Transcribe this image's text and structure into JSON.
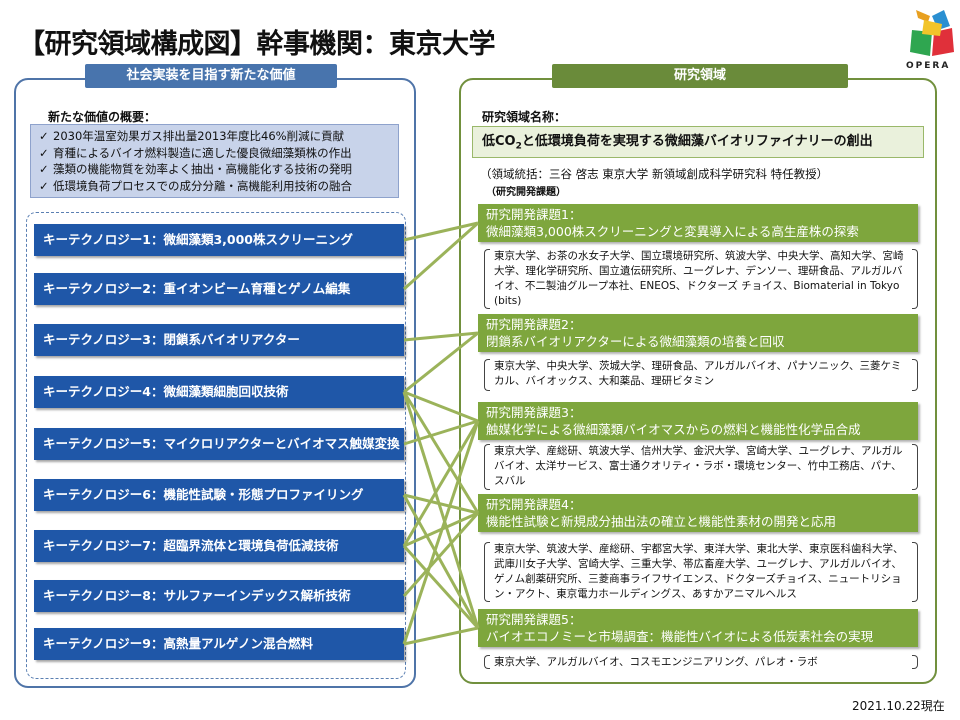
{
  "title": "【研究領域構成図】幹事機関：東京大学",
  "logo_text": "OPERA",
  "left": {
    "header": "社会実装を目指す新たな価値",
    "subtitle": "新たな価値の概要：",
    "values": [
      "2030年温室効果ガス排出量2013年度比46%削減に貢献",
      "育種によるバイオ燃料製造に適した優良微細藻類株の作出",
      "藻類の機能物質を効率よく抽出・高機能化する技術の発明",
      "低環境負荷プロセスでの成分分離・高機能利用技術の融合"
    ],
    "check_symbol": "✓",
    "key_technologies": [
      "キーテクノロジー1：微細藻類3,000株スクリーニング",
      "キーテクノロジー2：重イオンビーム育種とゲノム編集",
      "キーテクノロジー3：閉鎖系バイオリアクター",
      "キーテクノロジー4：微細藻類細胞回収技術",
      "キーテクノロジー5：マイクロリアクターとバイオマス触媒変換",
      "キーテクノロジー6：機能性試験・形態プロファイリング",
      "キーテクノロジー7：超臨界流体と環境負荷低減技術",
      "キーテクノロジー8：サルファーインデックス解析技術",
      "キーテクノロジー9：高熱量アルゲノン混合燃料"
    ]
  },
  "right": {
    "header": "研究領域",
    "subtitle": "研究領域名称：",
    "project_prefix": "低CO",
    "project_sub": "2",
    "project_suffix": "と低環境負荷を実現する微細藻バイオリファイナリーの創出",
    "leader": "（領域統括：三谷 啓志 東京大学 新領域創成科学研究科 特任教授）",
    "issues_label": "（研究開発課題）",
    "issues": [
      {
        "title": "研究開発課題1：",
        "desc": "微細藻類3,000株スクリーニングと変異導入による高生産株の探索",
        "orgs": "東京大学、お茶の水女子大学、国立環境研究所、筑波大学、中央大学、高知大学、宮崎大学、理化学研究所、国立遺伝研究所、ユーグレナ、デンソー、理研食品、アルガルバイオ、不二製油グループ本社、ENEOS、ドクターズ チョイス、Biomaterial in Tokyo (bits)"
      },
      {
        "title": "研究開発課題2：",
        "desc": "閉鎖系バイオリアクターによる微細藻類の培養と回収",
        "orgs": "東京大学、中央大学、茨城大学、理研食品、アルガルバイオ、パナソニック、三菱ケミカル、バイオックス、大和薬品、理研ビタミン"
      },
      {
        "title": "研究開発課題3：",
        "desc": "触媒化学による微細藻類バイオマスからの燃料と機能性化学品合成",
        "orgs": "東京大学、産総研、筑波大学、信州大学、金沢大学、宮崎大学、ユーグレナ、アルガルバイオ、太洋サービス、富士通クオリティ・ラボ・環境センター、竹中工務店、パナ、スバル"
      },
      {
        "title": "研究開発課題4：",
        "desc": "機能性試験と新規成分抽出法の確立と機能性素材の開発と応用",
        "orgs": "東京大学、筑波大学、産総研、宇都宮大学、東洋大学、東北大学、東京医科歯科大学、武庫川女子大学、宮崎大学、三重大学、帯広畜産大学、ユーグレナ、アルガルバイオ、ゲノム創薬研究所、三菱商事ライフサイエンス、ドクターズチョイス、ニュートリション・アクト、東京電力ホールディングス、あすかアニマルヘルス"
      },
      {
        "title": "研究開発課題5：",
        "desc": "バイオエコノミーと市場調査：機能性バイオによる低炭素社会の実現",
        "orgs": "東京大学、アルガルバイオ、コスモエンジニアリング、パレオ・ラボ"
      }
    ]
  },
  "date": "2021.10.22現在",
  "colors": {
    "blue_border": "#4f74a8",
    "key_tech_blue": "#1f57a8",
    "green_border": "#71903d",
    "issue_green": "#7ea63d",
    "connector": "#9bb35a"
  },
  "connections": [
    [
      1,
      1
    ],
    [
      2,
      1
    ],
    [
      3,
      2
    ],
    [
      4,
      2
    ],
    [
      4,
      3
    ],
    [
      4,
      4
    ],
    [
      4,
      5
    ],
    [
      5,
      3
    ],
    [
      6,
      4
    ],
    [
      6,
      5
    ],
    [
      7,
      3
    ],
    [
      7,
      4
    ],
    [
      7,
      5
    ],
    [
      8,
      4
    ],
    [
      9,
      3
    ],
    [
      9,
      5
    ]
  ]
}
